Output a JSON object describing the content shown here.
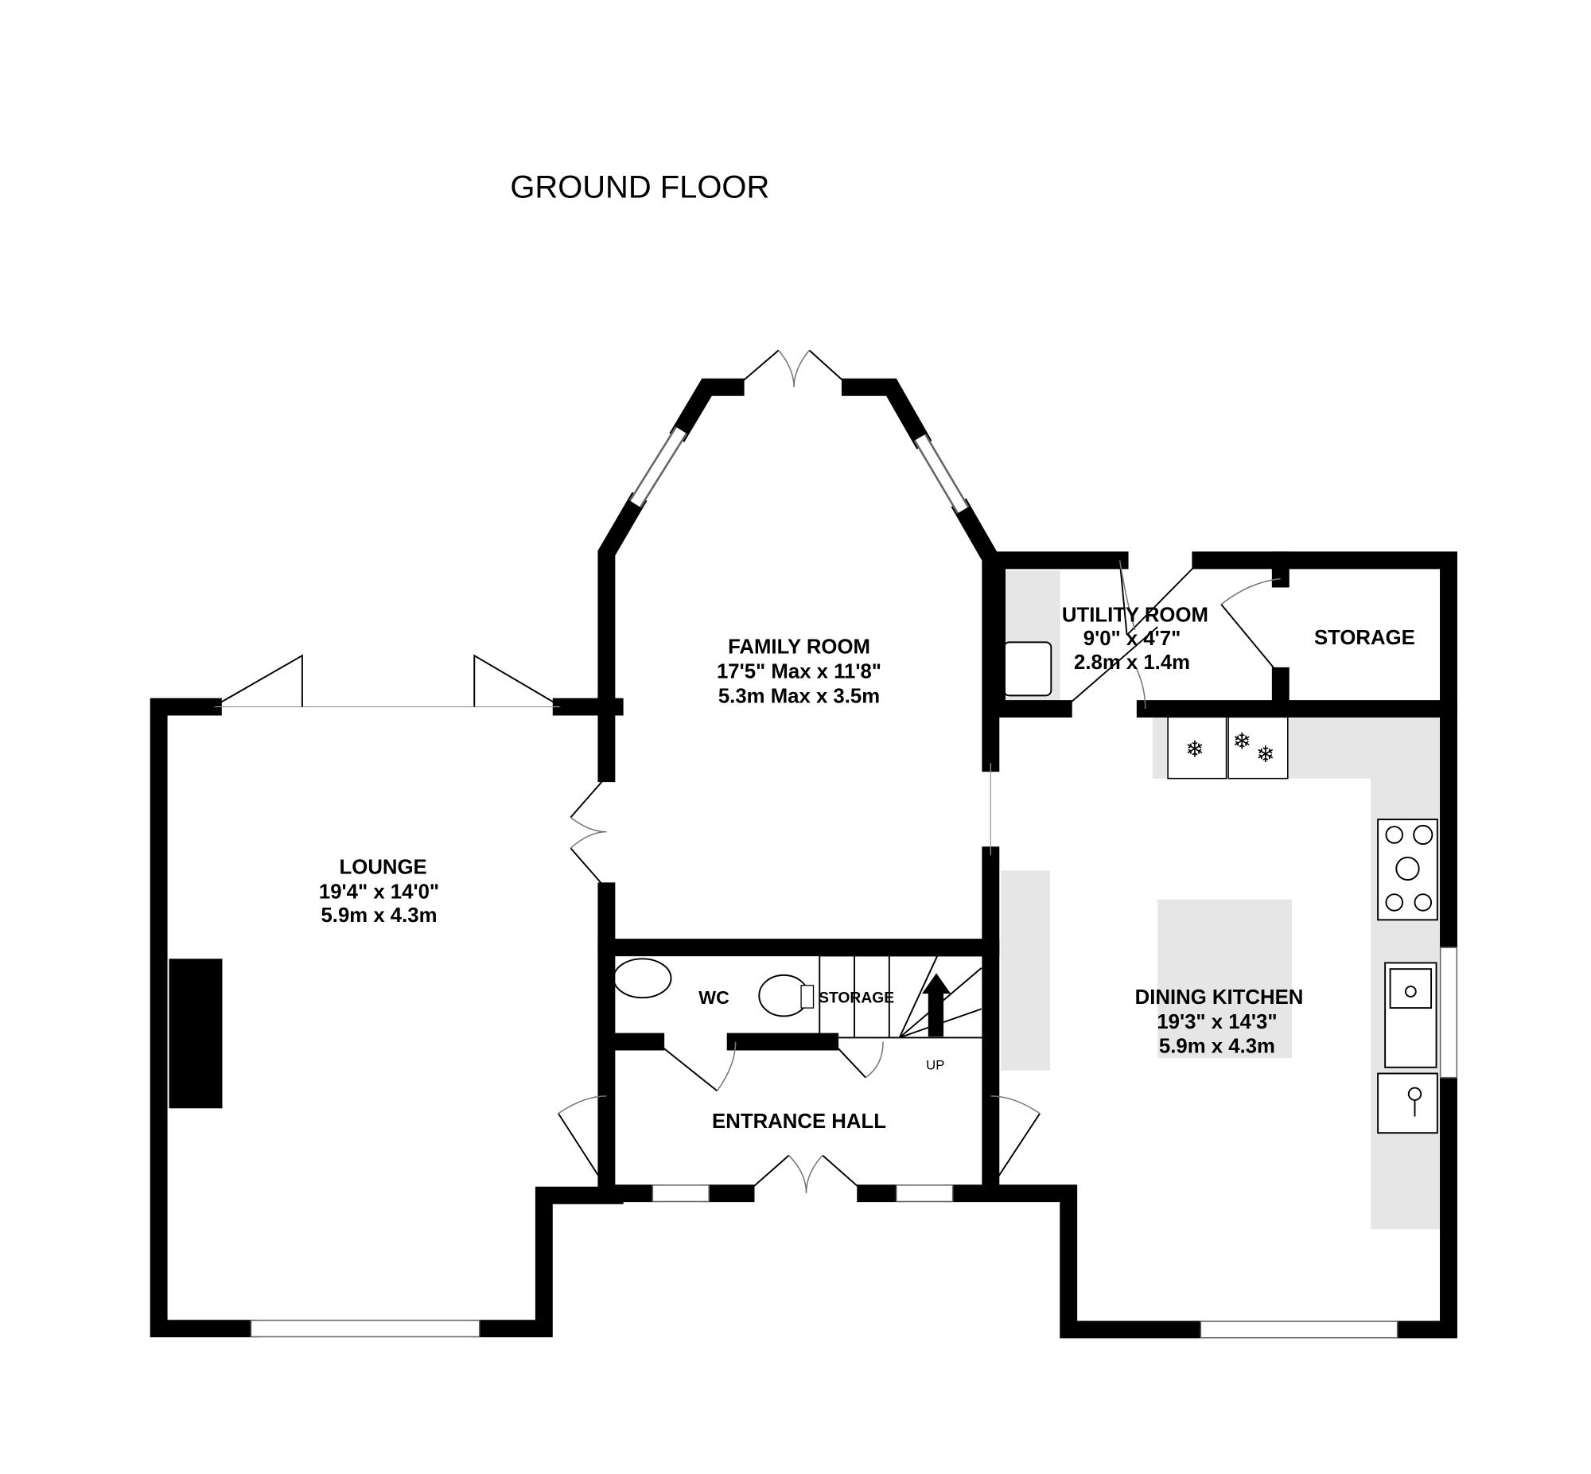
{
  "floor_title": "GROUND FLOOR",
  "rooms": {
    "family_room": {
      "name": "FAMILY ROOM",
      "imperial": "17'5\" Max x 11'8\"",
      "metric": "5.3m Max x 3.5m"
    },
    "lounge": {
      "name": "LOUNGE",
      "imperial": "19'4\"  x 14'0\"",
      "metric": "5.9m  x 4.3m"
    },
    "utility_room": {
      "name": "UTILITY ROOM",
      "imperial": "9'0\"  x 4'7\"",
      "metric": "2.8m  x 1.4m"
    },
    "storage_utility": {
      "name": "STORAGE"
    },
    "dining_kitchen": {
      "name": "DINING KITCHEN",
      "imperial": "19'3\"  x 14'3\"",
      "metric": "5.9m  x 4.3m"
    },
    "wc": {
      "name": "WC"
    },
    "storage_stairs": {
      "name": "STORAGE"
    },
    "entrance_hall": {
      "name": "ENTRANCE HALL"
    }
  },
  "stairs_label": "UP",
  "colors": {
    "walls": "#000000",
    "fixtures": "#e6e6e6",
    "background": "#ffffff"
  }
}
